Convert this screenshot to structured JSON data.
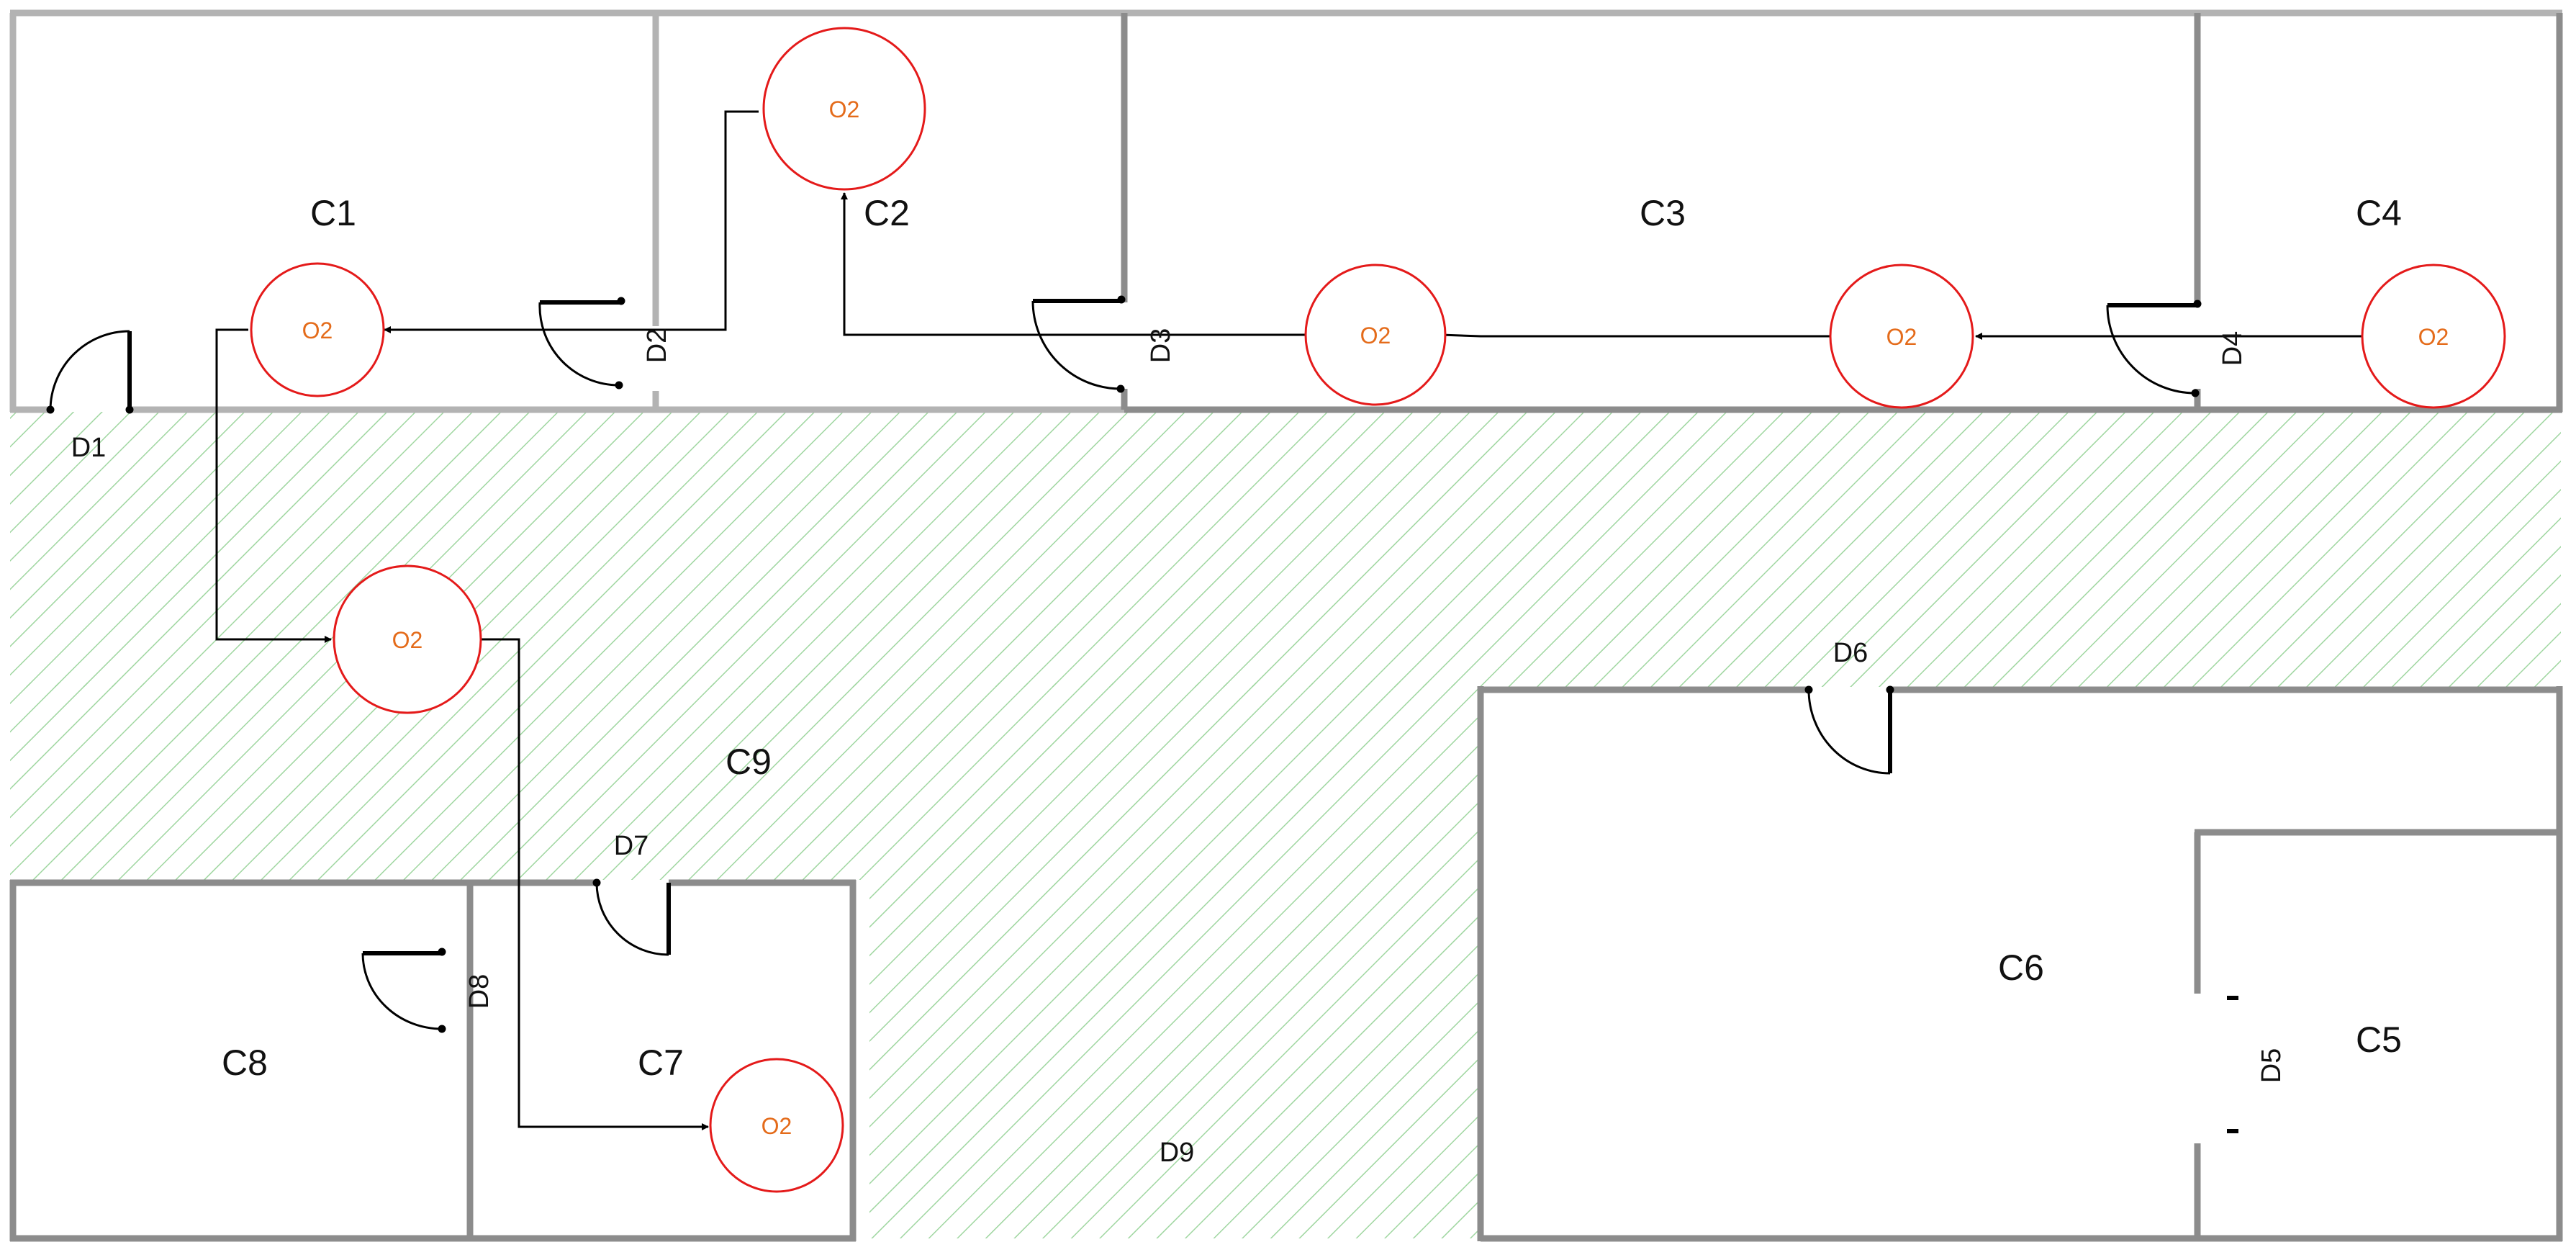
{
  "rooms": {
    "c1": "C1",
    "c2": "C2",
    "c3": "C3",
    "c4": "C4",
    "c5": "C5",
    "c6": "C6",
    "c7": "C7",
    "c8": "C8",
    "c9": "C9"
  },
  "doors": {
    "d1": "D1",
    "d2": "D2",
    "d3": "D3",
    "d4": "D4",
    "d5": "D5",
    "d6": "D6",
    "d7": "D7",
    "d8": "D8",
    "d9": "D9"
  },
  "markers": {
    "m1": "O2",
    "m2": "O2",
    "m3": "O2",
    "m4": "O2",
    "m5": "O2",
    "m6": "O2",
    "m7": "O2"
  },
  "colors": {
    "wall": "#8c8c8c",
    "wall_light": "#b3b3b3",
    "hatch": "#9fd6a0",
    "marker_stroke": "#e41a1a",
    "marker_text": "#e46b1a",
    "path": "#000000"
  },
  "icons": {
    "door": "door-swing-icon",
    "marker": "circle-marker-icon",
    "arrow": "arrowhead-icon"
  }
}
